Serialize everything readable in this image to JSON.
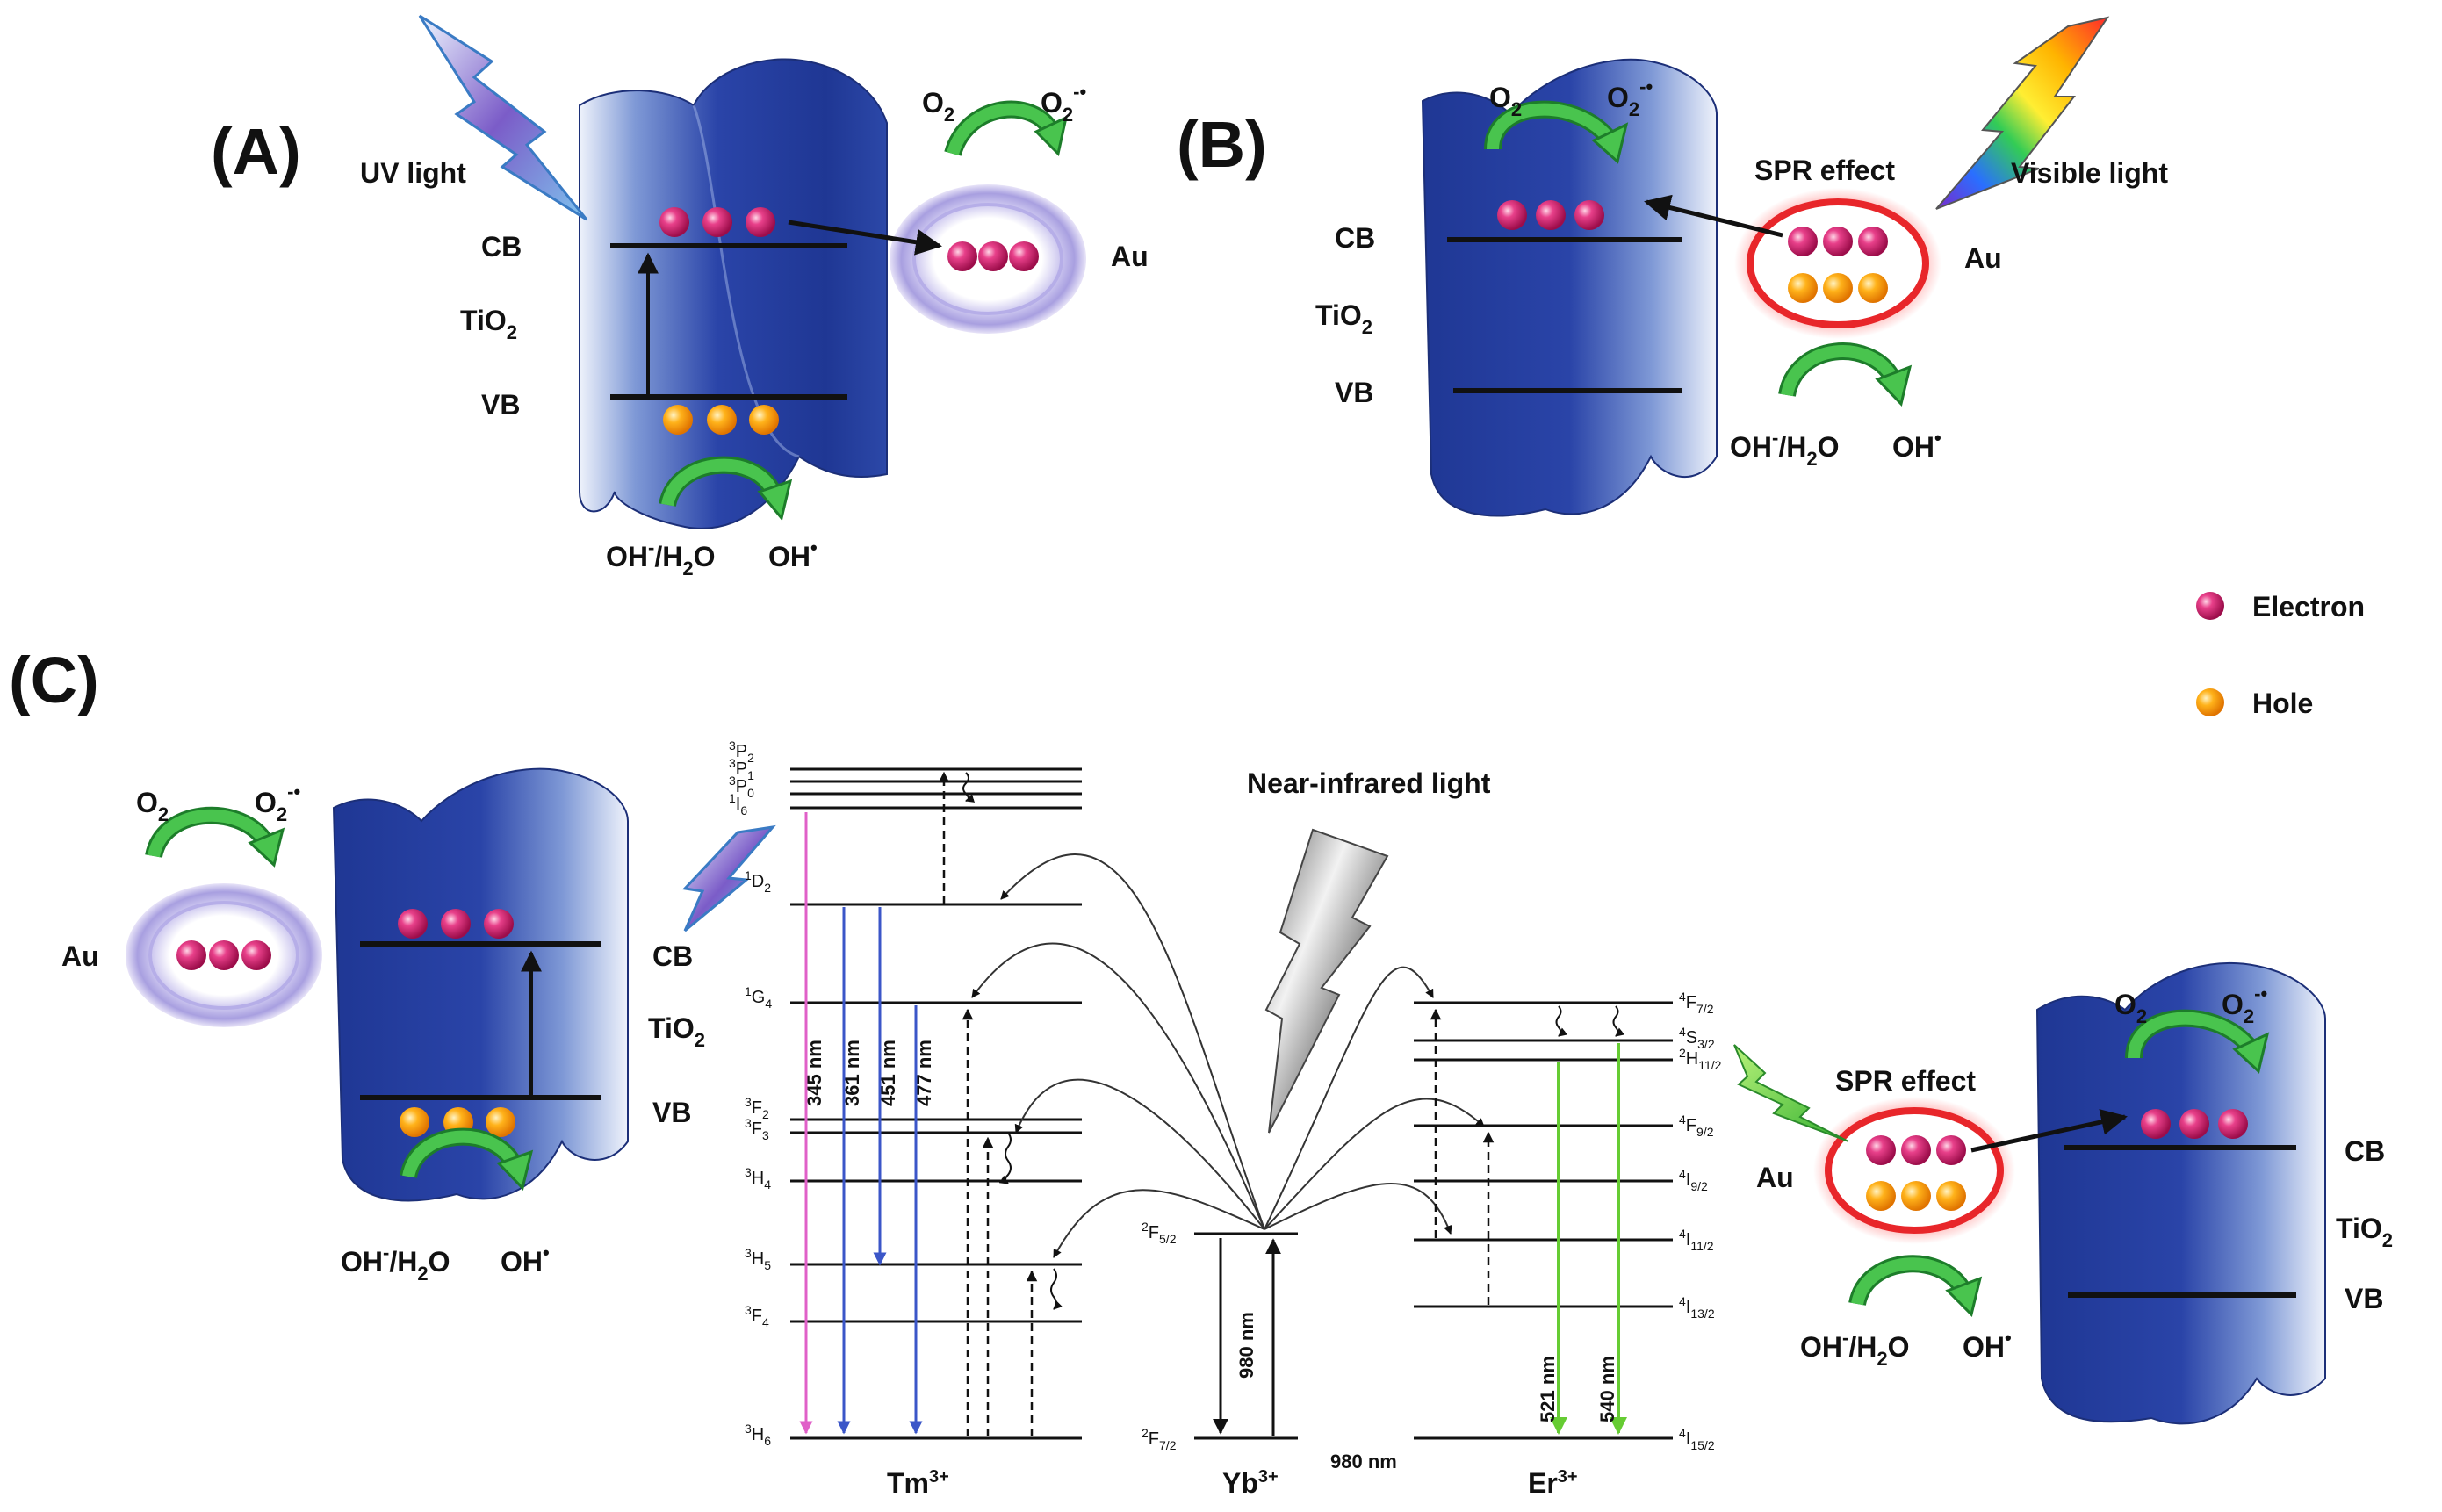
{
  "panels": {
    "a": "(A)",
    "b": "(B)",
    "c": "(C)"
  },
  "common": {
    "cb": "CB",
    "vb": "VB",
    "tio": "TiO",
    "sub2": "2",
    "au": "Au",
    "o": "O",
    "oh_left": "OH",
    "sup_minus": "-",
    "slash_h": "/H",
    "oh_radical": "OH",
    "dot": "•",
    "superoxide_sup": "-•"
  },
  "panel_a": {
    "light": "UV light"
  },
  "panel_b": {
    "spr": "SPR effect",
    "light": "Visible light"
  },
  "panel_c": {
    "light": "Near-infrared light",
    "spr": "SPR effect"
  },
  "legend": [
    {
      "label": "Electron",
      "color": "#d81b60"
    },
    {
      "label": "Hole",
      "color": "#f7a800"
    }
  ],
  "tm": {
    "ion": "Tm",
    "charge": "3+",
    "levels": [
      {
        "sup": "3",
        "base": "P",
        "sub": "2"
      },
      {
        "sup": "3",
        "base": "P",
        "sub": "1"
      },
      {
        "sup": "3",
        "base": "P",
        "sub": "0"
      },
      {
        "sup": "1",
        "base": "I",
        "sub": "6"
      },
      {
        "sup": "1",
        "base": "D",
        "sub": "2"
      },
      {
        "sup": "1",
        "base": "G",
        "sub": "4"
      },
      {
        "sup": "3",
        "base": "F",
        "sub": "2"
      },
      {
        "sup": "3",
        "base": "F",
        "sub": "3"
      },
      {
        "sup": "3",
        "base": "H",
        "sub": "4"
      },
      {
        "sup": "3",
        "base": "H",
        "sub": "5"
      },
      {
        "sup": "3",
        "base": "F",
        "sub": "4"
      },
      {
        "sup": "3",
        "base": "H",
        "sub": "6"
      }
    ],
    "emissions": [
      {
        "label": "345 nm",
        "color": "#e060c8"
      },
      {
        "label": "361 nm",
        "color": "#3b56c8"
      },
      {
        "label": "451 nm",
        "color": "#3b56c8"
      },
      {
        "label": "477 nm",
        "color": "#3b56c8"
      }
    ]
  },
  "yb": {
    "ion": "Yb",
    "charge": "3+",
    "upper": {
      "sup": "2",
      "base": "F",
      "sub": "5/2"
    },
    "lower": {
      "sup": "2",
      "base": "F",
      "sub": "7/2"
    },
    "excitation": "980 nm"
  },
  "er": {
    "ion": "Er",
    "charge": "3+",
    "levels": [
      {
        "sup": "4",
        "base": "F",
        "sub": "7/2"
      },
      {
        "sup": "4",
        "base": "S",
        "sub": "3/2"
      },
      {
        "sup": "2",
        "base": "H",
        "sub": "11/2"
      },
      {
        "sup": "4",
        "base": "F",
        "sub": "9/2"
      },
      {
        "sup": "4",
        "base": "I",
        "sub": "9/2"
      },
      {
        "sup": "4",
        "base": "I",
        "sub": "11/2"
      },
      {
        "sup": "4",
        "base": "I",
        "sub": "13/2"
      },
      {
        "sup": "4",
        "base": "I",
        "sub": "15/2"
      }
    ],
    "emissions": [
      {
        "label": "521 nm",
        "color": "#66cc33"
      },
      {
        "label": "540 nm",
        "color": "#66cc33"
      }
    ]
  },
  "bottom_label": "980 nm"
}
